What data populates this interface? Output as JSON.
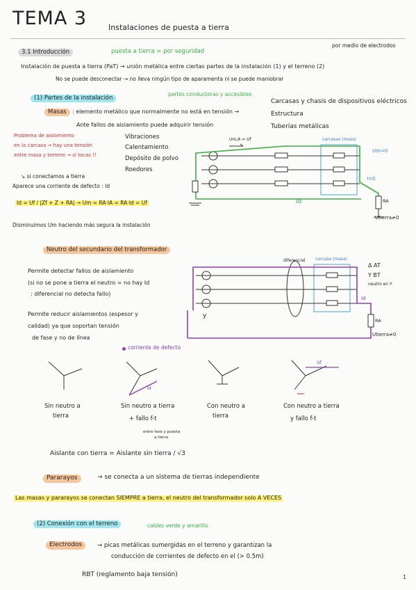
{
  "header": {
    "title": "TEMA 3",
    "subtitle": "Instalaciones de puesta a tierra"
  },
  "intro": {
    "section": "3.1 Introducción",
    "note_green": "puesta a tierra = por seguridad",
    "note_electrodes": "por medio de electrodos",
    "definition": "Instalación de puesta a tierra (PaT) → unión metálica entre ciertas partes de la instalación (1) y el terreno (2)",
    "no_disconnect": "No se puede desconectar → no lleva ningún tipo de aparamenta ni se puede maniobrar"
  },
  "parts": {
    "heading": "(1) Partes de la instalación",
    "green_note": "partes conductoras y accesibles",
    "masas_label": "Masas",
    "masas_text": ": elemento metálico que normalmente no está en tensión →",
    "masas_list": [
      "Carcasas y chasis de dispositivos eléctricos",
      "Estructura",
      "Tuberías metálicas"
    ],
    "fallos_text": "Ante fallos de aislamiento puede adquirir tensión",
    "fallos_list": [
      "Vibraciones",
      "Calentamiento",
      "Depósito de polvo",
      "Roedores"
    ],
    "red_note": [
      "Problema de aislamiento",
      "en la carcasa → hay una tensión",
      "entre masa y terreno → si tocas !!"
    ],
    "connect_note": [
      "↘ si conectamos a tierra",
      "Aparece una corriente de defecto : Id"
    ],
    "formula": "Id = Uf / |Zf + Z + RA| → Um = RA·IA = RA·Id = Uf",
    "reduce_note": "Disminuimos Um haciendo más segura la instalación"
  },
  "diagram1": {
    "carcasas": "carcasas (masa)",
    "um0": "Um=0",
    "i0": "I=0",
    "ra": "RA",
    "utierra": "Utierra≠0",
    "id": "Id",
    "uf": "Um,A = Uf"
  },
  "neutro": {
    "heading": "Neutro del secundario del transformador",
    "p1": [
      "Permite detectar fallos de aislamiento",
      "(si no se pone a tierra el neutro = no hay Id",
      ": diferencial no detecta fallo)"
    ],
    "p2": [
      "Permite reducir aislamientos (espesor y",
      "calidad) ya que soportan tensión",
      "de fase y no de línea"
    ],
    "diferencial": "diferencial",
    "carcasa": "carcasa (masa)",
    "y": "y",
    "id": "Id",
    "ra": "RA",
    "utierra": "Utierra≠0",
    "at": "Δ AT",
    "bt": "Y BT",
    "neutro_y": "neutro en Y",
    "legend": "corriente de defecto"
  },
  "stars": [
    {
      "label": [
        "Sin neutro a",
        "tierra"
      ]
    },
    {
      "label": [
        "Sin neutro a tierra",
        "+ fallo f-t"
      ],
      "note": [
        "entre fase y puesta",
        "a tierra"
      ],
      "id": "Id"
    },
    {
      "label": [
        "Con neutro a",
        "tierra"
      ]
    },
    {
      "label": [
        "Con neutro a tierra",
        "y fallo f-t"
      ],
      "uf": "Uf"
    }
  ],
  "aislante": "Aislante con tierra = Aislante sin tierra / √3",
  "pararrayos": {
    "label": "Pararayos",
    "text": "→ se conecta a un sistema de tierras independiente",
    "summary": "Las masas y pararayos se conectan SIEMPRE a tierra, el neutro del transformador solo A VECES"
  },
  "terreno": {
    "heading": "(2) Conexión con el terreno",
    "cables": "cables verde y amarillo",
    "electrodos": "Electrodos",
    "text1": "→ picas metálicas sumergidas en el terreno y garantizan la",
    "text2": "conducción de corrientes de defecto en el (> 0.5m)",
    "rbt": "RBT (reglamento baja tensión)",
    "page": "1"
  }
}
